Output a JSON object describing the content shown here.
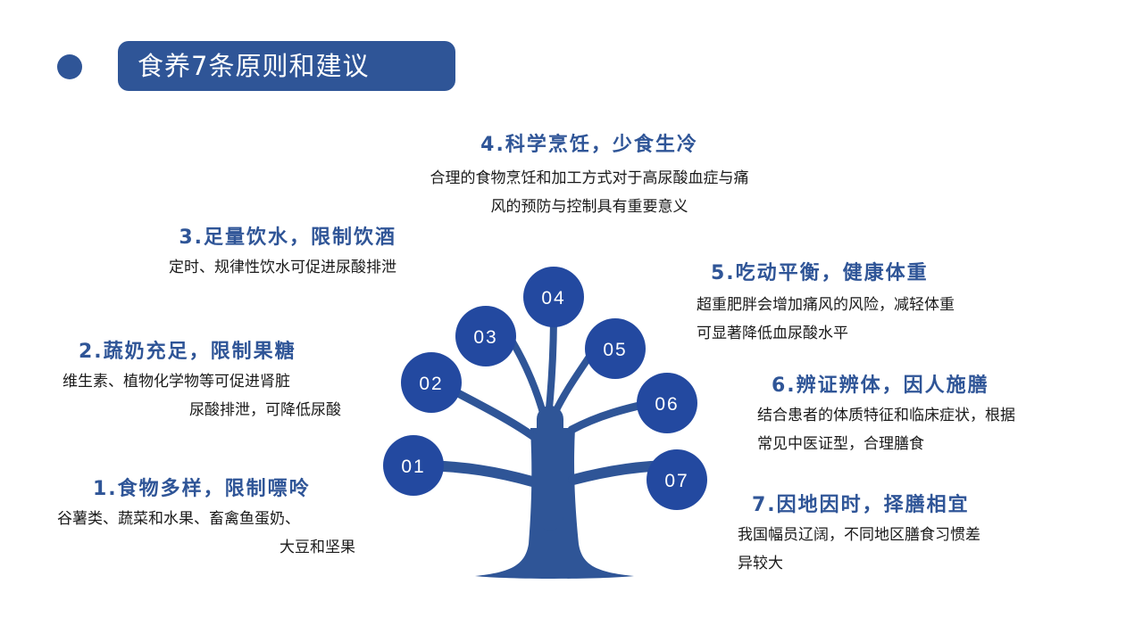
{
  "header": {
    "title": "食养7条原则和建议"
  },
  "colors": {
    "accent": "#2f5597",
    "circle": "#2349a0",
    "trunk": "#2f5597",
    "text": "#1a1a1a"
  },
  "tree": {
    "nodes": [
      {
        "label": "01"
      },
      {
        "label": "02"
      },
      {
        "label": "03"
      },
      {
        "label": "04"
      },
      {
        "label": "05"
      },
      {
        "label": "06"
      },
      {
        "label": "07"
      }
    ]
  },
  "principles": [
    {
      "heading": "1.食物多样，限制嘌呤",
      "lines": [
        "谷薯类、蔬菜和水果、畜禽鱼蛋奶、",
        "大豆和坚果"
      ]
    },
    {
      "heading": "2.蔬奶充足，限制果糖",
      "lines": [
        "维生素、植物化学物等可促进肾脏",
        "尿酸排泄，可降低尿酸"
      ]
    },
    {
      "heading": "3.足量饮水，限制饮酒",
      "lines": [
        "定时、规律性饮水可促进尿酸排泄"
      ]
    },
    {
      "heading": "4.科学烹饪，少食生冷",
      "lines": [
        "合理的食物烹饪和加工方式对于高尿酸血症与痛",
        "风的预防与控制具有重要意义"
      ]
    },
    {
      "heading": "5.吃动平衡，健康体重",
      "lines": [
        "超重肥胖会增加痛风的风险，减轻体重",
        "可显著降低血尿酸水平"
      ]
    },
    {
      "heading": "6.辨证辨体，因人施膳",
      "lines": [
        "结合患者的体质特征和临床症状，根据",
        "常见中医证型，合理膳食"
      ]
    },
    {
      "heading": "7.因地因时，择膳相宜",
      "lines": [
        "我国幅员辽阔，不同地区膳食习惯差",
        "异较大"
      ]
    }
  ]
}
